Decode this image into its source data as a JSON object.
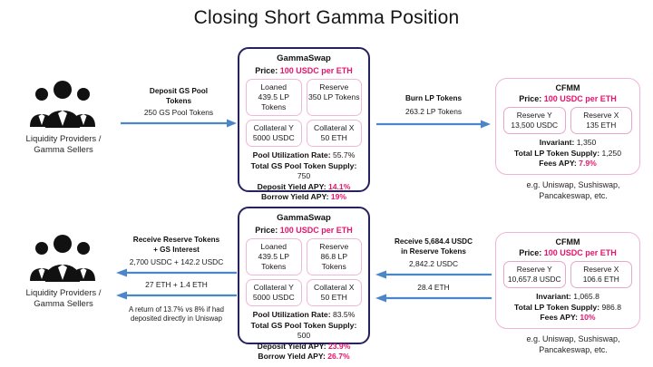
{
  "title": "Closing Short Gamma Position",
  "actors": {
    "top": {
      "icon": "people-group-icon",
      "label_line1": "Liquidity Providers /",
      "label_line2": "Gamma Sellers"
    },
    "bottom": {
      "icon": "people-group-icon",
      "label_line1": "Liquidity Providers /",
      "label_line2": "Gamma Sellers"
    }
  },
  "arrows": {
    "deposit": {
      "label_line1": "Deposit GS Pool",
      "label_line2": "Tokens",
      "value": "250 GS Pool Tokens",
      "direction": "right",
      "color": "#4a86c8"
    },
    "burn": {
      "label_line1": "Burn LP Tokens",
      "value": "263.2 LP Tokens",
      "direction": "right",
      "color": "#4a86c8"
    },
    "receive_reserve": {
      "label_line1": "Receive Reserve Tokens",
      "label_line2": "+ GS Interest",
      "value_1": "2,700 USDC + 142.2 USDC",
      "value_2": "27 ETH + 1.4 ETH",
      "note_line1": "A return of 13.7% vs 8% if had",
      "note_line2": "deposited directly in Uniswap",
      "direction": "left",
      "color": "#4a86c8"
    },
    "receive_usdc": {
      "label_line1": "Receive 5,684.4 USDC",
      "label_line2": "in Reserve Tokens",
      "value_1": "2,842.2 USDC",
      "value_2": "28.4 ETH",
      "direction": "left",
      "color": "#4a86c8"
    }
  },
  "gammaswap_top": {
    "title": "GammaSwap",
    "price_label": "Price:",
    "price_value": "100 USDC per ETH",
    "cells": [
      {
        "name": "Loaned",
        "value": "439.5 LP Tokens"
      },
      {
        "name": "Reserve",
        "value": "350 LP Tokens"
      },
      {
        "name": "Collateral Y",
        "value": "5000 USDC"
      },
      {
        "name": "Collateral X",
        "value": "50 ETH"
      }
    ],
    "stats": [
      {
        "label": "Pool Utilization Rate:",
        "value": "55.7%",
        "accent": false
      },
      {
        "label": "Total GS Pool Token Supply:",
        "value": "750",
        "accent": false
      },
      {
        "label": "Deposit Yield APY:",
        "value": "14.1%",
        "accent": true
      },
      {
        "label": "Borrow Yield APY:",
        "value": "19%",
        "accent": true
      }
    ]
  },
  "gammaswap_bottom": {
    "title": "GammaSwap",
    "price_label": "Price:",
    "price_value": "100 USDC per ETH",
    "cells": [
      {
        "name": "Loaned",
        "value": "439.5 LP Tokens"
      },
      {
        "name": "Reserve",
        "value": "86.8 LP Tokens"
      },
      {
        "name": "Collateral Y",
        "value": "5000 USDC"
      },
      {
        "name": "Collateral X",
        "value": "50 ETH"
      }
    ],
    "stats": [
      {
        "label": "Pool Utilization Rate:",
        "value": "83.5%",
        "accent": false
      },
      {
        "label": "Total GS Pool Token Supply:",
        "value": "500",
        "accent": false
      },
      {
        "label": "Deposit Yield APY:",
        "value": "23.9%",
        "accent": true
      },
      {
        "label": "Borrow Yield APY:",
        "value": "26.7%",
        "accent": true
      }
    ]
  },
  "cfmm_top": {
    "title": "CFMM",
    "price_label": "Price:",
    "price_value": "100 USDC per ETH",
    "cells": [
      {
        "name": "Reserve Y",
        "value": "13,500 USDC"
      },
      {
        "name": "Reserve X",
        "value": "135 ETH"
      }
    ],
    "stats": [
      {
        "label": "Invariant:",
        "value": "1,350",
        "accent": false
      },
      {
        "label": "Total LP Token Supply:",
        "value": "1,250",
        "accent": false
      },
      {
        "label": "Fees APY:",
        "value": "7.9%",
        "accent": true
      }
    ],
    "note_line1": "e.g. Uniswap, Sushiswap,",
    "note_line2": "Pancakeswap, etc."
  },
  "cfmm_bottom": {
    "title": "CFMM",
    "price_label": "Price:",
    "price_value": "100 USDC per ETH",
    "cells": [
      {
        "name": "Reserve Y",
        "value": "10,657.8 USDC"
      },
      {
        "name": "Reserve X",
        "value": "106.6 ETH"
      }
    ],
    "stats": [
      {
        "label": "Invariant:",
        "value": "1,065.8",
        "accent": false
      },
      {
        "label": "Total LP Token Supply:",
        "value": "986.8",
        "accent": false
      },
      {
        "label": "Fees APY:",
        "value": "10%",
        "accent": true
      }
    ],
    "note_line1": "e.g. Uniswap, Sushiswap,",
    "note_line2": "Pancakeswap, etc."
  },
  "colors": {
    "accent_pink": "#e8136b",
    "gammaswap_border": "#262262",
    "cfmm_border": "#f2b3d8",
    "arrow": "#4a86c8"
  }
}
